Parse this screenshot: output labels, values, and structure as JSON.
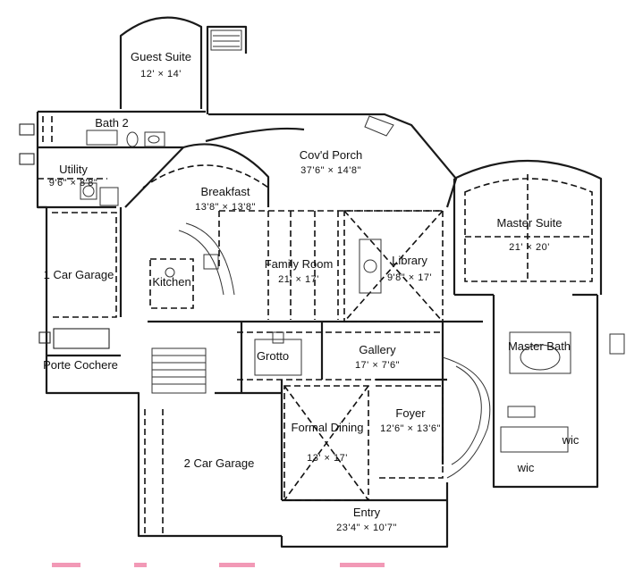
{
  "rooms": [
    {
      "id": "guest-suite",
      "name": "Guest Suite",
      "dims": "12' × 14'"
    },
    {
      "id": "bath-2",
      "name": "Bath 2",
      "dims": ""
    },
    {
      "id": "utility",
      "name": "Utility",
      "dims": "9'6\" × 8'8\""
    },
    {
      "id": "covd-porch",
      "name": "Cov'd Porch",
      "dims": "37'6\" × 14'8\""
    },
    {
      "id": "breakfast",
      "name": "Breakfast",
      "dims": "13'8\" × 13'8\""
    },
    {
      "id": "master-suite",
      "name": "Master Suite",
      "dims": "21' × 20'"
    },
    {
      "id": "car-garage-1",
      "name": "1 Car Garage",
      "dims": ""
    },
    {
      "id": "kitchen",
      "name": "Kitchen",
      "dims": ""
    },
    {
      "id": "family-room",
      "name": "Family Room",
      "dims": "21' × 17'"
    },
    {
      "id": "library",
      "name": "Library",
      "dims": "9'8\" × 17'"
    },
    {
      "id": "porte-cochere",
      "name": "Porte Cochere",
      "dims": ""
    },
    {
      "id": "grotto",
      "name": "Grotto",
      "dims": ""
    },
    {
      "id": "gallery",
      "name": "Gallery",
      "dims": "17' × 7'6\""
    },
    {
      "id": "master-bath",
      "name": "Master Bath",
      "dims": ""
    },
    {
      "id": "foyer",
      "name": "Foyer",
      "dims": "12'6\" × 13'6\""
    },
    {
      "id": "formal-dining",
      "name": "Formal Dining",
      "dims": "13' × 17'"
    },
    {
      "id": "car-garage-2",
      "name": "2 Car Garage",
      "dims": ""
    },
    {
      "id": "wic-1",
      "name": "wic",
      "dims": ""
    },
    {
      "id": "wic-2",
      "name": "wic",
      "dims": ""
    },
    {
      "id": "entry",
      "name": "Entry",
      "dims": "23'4\" × 10'7\""
    }
  ]
}
